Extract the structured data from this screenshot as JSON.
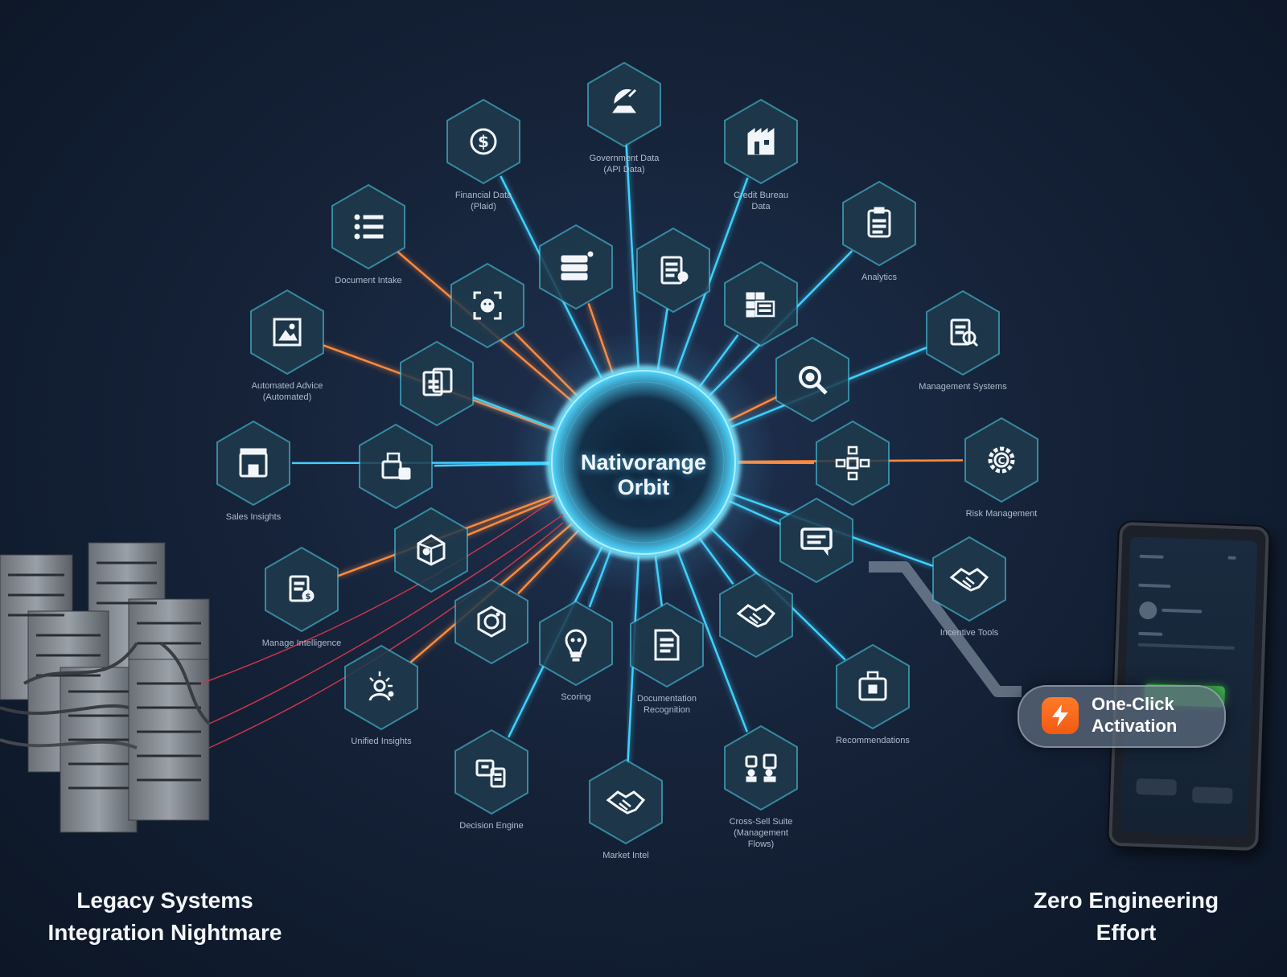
{
  "hub": {
    "title": "Nativorange\nOrbit"
  },
  "captions": {
    "legacy": "Legacy Systems\nIntegration Nightmare",
    "zero": "Zero Engineering\nEffort"
  },
  "activation": {
    "label": "One-Click\nActivation"
  },
  "colors": {
    "background": "#152238",
    "hex_fill": "#1e3a4c",
    "hex_stroke": "#4fd6ee",
    "ray_blue": "#3fd0ff",
    "ray_orange": "#ff8a3c",
    "hub_glow": "#5ad2ff",
    "activation_icon": "#f25a10",
    "tablet_button": "#3fae4f"
  },
  "nodes": [
    {
      "id": "satellite",
      "icon": "satellite-dish-icon",
      "label": "Government Data\n(API Data)",
      "ray": "blue"
    },
    {
      "id": "dollar",
      "icon": "dollar-coin-icon",
      "label": "Financial Data\n(Plaid)",
      "ray": "blue"
    },
    {
      "id": "building",
      "icon": "building-icon",
      "label": "Credit Bureau\nData",
      "ray": "blue"
    },
    {
      "id": "list",
      "icon": "checklist-icon",
      "label": "Document Intake",
      "ray": "orange"
    },
    {
      "id": "clipboard",
      "icon": "clipboard-icon",
      "label": "Analytics",
      "ray": "blue"
    },
    {
      "id": "server",
      "icon": "server-stack-icon",
      "label": "",
      "ray": "orange"
    },
    {
      "id": "form",
      "icon": "form-document-icon",
      "label": "",
      "ray": "blue"
    },
    {
      "id": "face",
      "icon": "face-scan-icon",
      "label": "",
      "ray": "orange"
    },
    {
      "id": "grid",
      "icon": "grid-table-icon",
      "label": "",
      "ray": "blue"
    },
    {
      "id": "image",
      "icon": "image-frame-icon",
      "label": "Automated Advice\n(Automated)",
      "ray": "orange"
    },
    {
      "id": "doc-search",
      "icon": "document-search-icon",
      "label": "Management Systems",
      "ray": "blue"
    },
    {
      "id": "docs",
      "icon": "documents-icon",
      "label": "",
      "ray": "blue"
    },
    {
      "id": "magnifier",
      "icon": "magnifier-icon",
      "label": "",
      "ray": "orange"
    },
    {
      "id": "store",
      "icon": "storefront-icon",
      "label": "Sales Insights",
      "ray": "blue"
    },
    {
      "id": "printer",
      "icon": "printer-icon",
      "label": "",
      "ray": "blue"
    },
    {
      "id": "network",
      "icon": "network-nodes-icon",
      "label": "",
      "ray": "orange"
    },
    {
      "id": "gear",
      "icon": "gear-icon",
      "label": "Risk Management",
      "ray": "orange"
    },
    {
      "id": "cube",
      "icon": "cube-icon",
      "label": "",
      "ray": "orange"
    },
    {
      "id": "chat",
      "icon": "chat-bubble-icon",
      "label": "",
      "ray": "blue"
    },
    {
      "id": "report",
      "icon": "report-icon",
      "label": "Manage Intelligence",
      "ray": "orange"
    },
    {
      "id": "handshake-r",
      "icon": "handshake-icon",
      "label": "Incentive Tools",
      "ray": "blue"
    },
    {
      "id": "camera",
      "icon": "camera-icon",
      "label": "",
      "ray": "orange"
    },
    {
      "id": "bulb",
      "icon": "lightbulb-icon",
      "label": "Scoring",
      "ray": "blue"
    },
    {
      "id": "page",
      "icon": "page-icon",
      "label": "Documentation\nRecognition",
      "ray": "blue"
    },
    {
      "id": "handshake-c",
      "icon": "handshake-icon",
      "label": "",
      "ray": "blue"
    },
    {
      "id": "bag",
      "icon": "briefcase-icon",
      "label": "Recommendations",
      "ray": "blue"
    },
    {
      "id": "idea",
      "icon": "idea-person-icon",
      "label": "Unified Insights",
      "ray": "orange"
    },
    {
      "id": "chat-doc",
      "icon": "chat-document-icon",
      "label": "Decision Engine",
      "ray": "blue"
    },
    {
      "id": "handshake-b",
      "icon": "handshake-icon",
      "label": "Market Intel",
      "ray": "blue"
    },
    {
      "id": "team",
      "icon": "team-icon",
      "label": "Cross-Sell Suite\n(Management\nFlows)",
      "ray": "blue"
    }
  ]
}
